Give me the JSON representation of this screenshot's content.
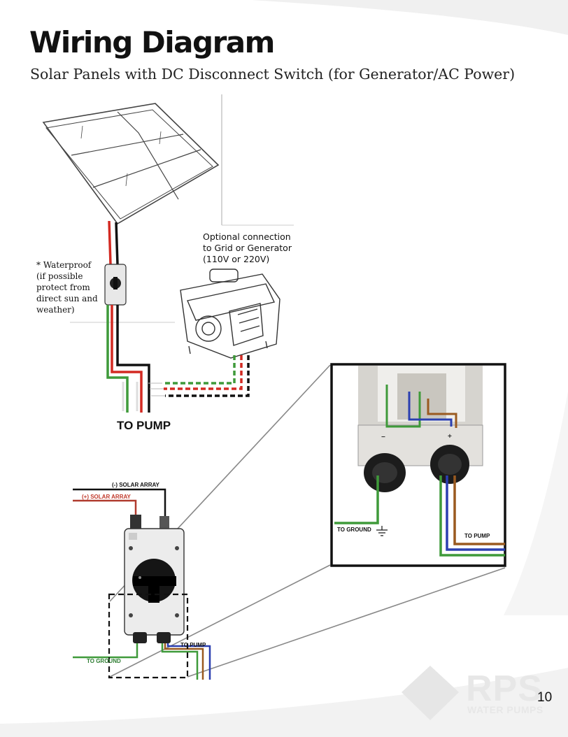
{
  "header": {
    "title": "Wiring Diagram",
    "subtitle": "Solar Panels with DC Disconnect Switch (for Generator/AC Power)"
  },
  "top_diagram": {
    "waterproof_note": "* Waterproof\n(if possible\nprotect from\ndirect sun and\nweather)",
    "generator_note": "Optional connection\nto Grid or Generator\n(110V or 220V)",
    "to_pump_label": "TO PUMP"
  },
  "bottom_diagram": {
    "negative_label": "(-) SOLAR ARRAY",
    "positive_label": "(+) SOLAR ARRAY",
    "to_ground_label": "TO GROUND",
    "to_pump_label": "TO PUMP"
  },
  "inset": {
    "to_ground_label": "TO GROUND",
    "to_pump_label": "TO PUMP",
    "minus_mark": "−",
    "plus_mark": "+"
  },
  "colors": {
    "positive_wire": "#d32a22",
    "negative_wire": "#111111",
    "ground_wire": "#3f9a3a",
    "blue_wire": "#2b3fb0",
    "brown_wire": "#9a5a20",
    "positive_label_color": "#c0392b",
    "ground_label_color": "#2e7d32"
  },
  "footer": {
    "brand": "RPS",
    "brand_sub": "WATER PUMPS",
    "page_number": "10"
  }
}
